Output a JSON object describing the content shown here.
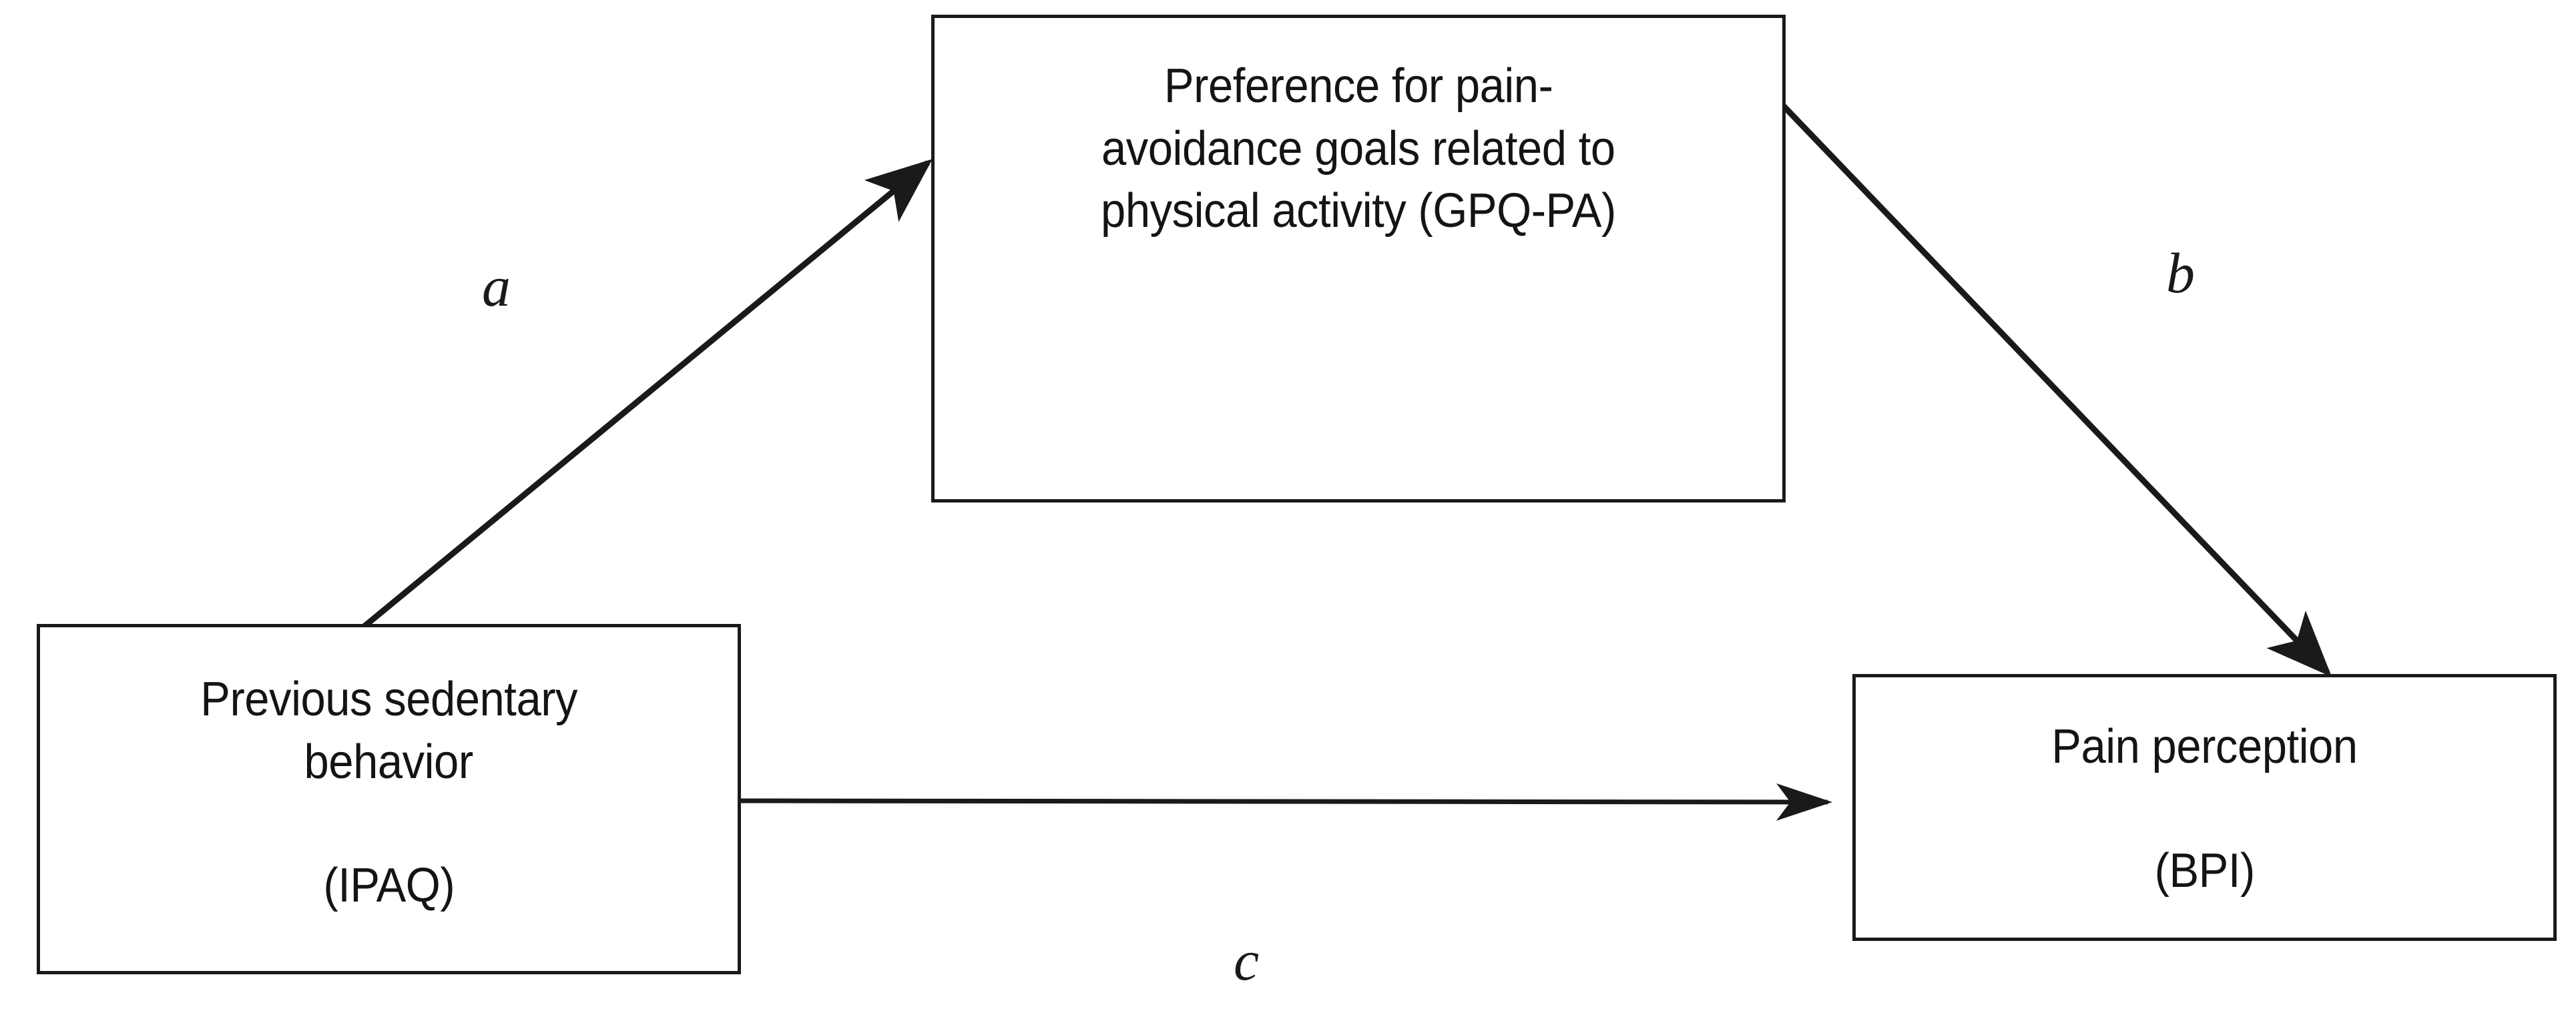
{
  "diagram": {
    "type": "mediation-model",
    "title": "",
    "nodes": [
      {
        "id": "mediator",
        "role": "mediator",
        "lines": [
          "Preference for pain-",
          "avoidance goals related to",
          "physical activity  (GPQ-PA)"
        ],
        "measure": "GPQ-PA"
      },
      {
        "id": "predictor",
        "role": "independent-variable",
        "lines": [
          "Previous sedentary",
          "behavior"
        ],
        "measure": "(IPAQ)"
      },
      {
        "id": "outcome",
        "role": "dependent-variable",
        "lines": [
          "Pain perception"
        ],
        "measure": "(BPI)"
      }
    ],
    "paths": [
      {
        "id": "a",
        "label": "a",
        "from": "predictor",
        "to": "mediator",
        "arrow": true
      },
      {
        "id": "b",
        "label": "b",
        "from": "mediator",
        "to": "outcome",
        "arrow": true
      },
      {
        "id": "c",
        "label": "c",
        "from": "predictor",
        "to": "outcome",
        "arrow": true
      }
    ],
    "colors": {
      "stroke": "#1a1a1a",
      "text": "#141414",
      "background": "#ffffff"
    }
  }
}
